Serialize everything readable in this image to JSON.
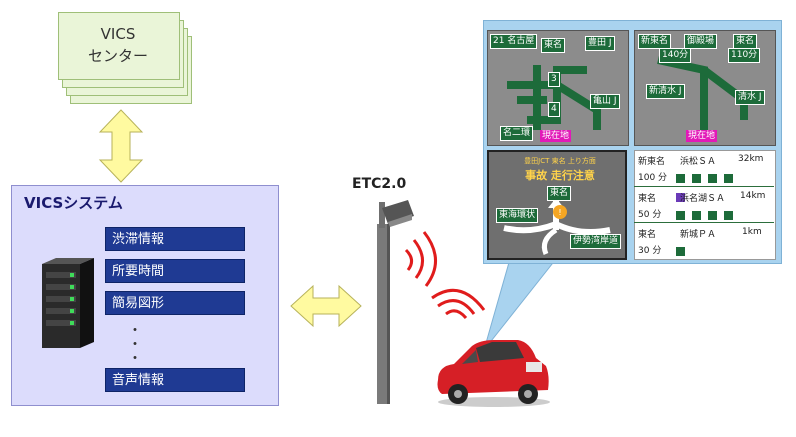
{
  "vics_center": {
    "label_line1": "VICS",
    "label_line2": "センター"
  },
  "vics_system": {
    "title": "VICSシステム",
    "items": [
      "渋滞情報",
      "所要時間",
      "簡易図形",
      "音声情報"
    ],
    "dots": "・"
  },
  "etc": {
    "label": "ETC2.0"
  },
  "display": {
    "map1": {
      "route": "21",
      "top_label": "名古屋",
      "mid_label": "東名",
      "right_label": "豊田",
      "mid_right": "亀山",
      "bottom_label": "名二環",
      "current": "現在地",
      "j": "J",
      "n1": "3",
      "n2": "4"
    },
    "map2": {
      "top_left": "新東名",
      "top_mid": "御殿場",
      "top_right": "東名",
      "time_left": "140分",
      "time_right": "110分",
      "mid_left": "新清水",
      "mid_right": "清水",
      "current": "現在地",
      "j": "J"
    },
    "accident": {
      "header": "豊田JCT 東名 上り方面",
      "title": "事故 走行注意",
      "top": "東名",
      "left": "東海環状",
      "right": "伊勢湾岸道"
    },
    "sa_list": [
      {
        "road": "新東名",
        "name": "浜松ＳＡ",
        "dist": "32km",
        "time": "100 分"
      },
      {
        "road": "東名",
        "name": "浜名湖ＳＡ",
        "dist": "14km",
        "time": "50 分"
      },
      {
        "road": "東名",
        "name": "新城ＰＡ",
        "dist": "1km",
        "time": "30 分"
      }
    ]
  },
  "colors": {
    "system_bg": "#dcdcfc",
    "item_bg": "#1f3a93",
    "center_bg": "#eaf5d8",
    "panel_bg": "#a9d3ef",
    "sign_green": "#1d6b3a",
    "arrow_yellow": "#fffaa0",
    "car_red": "#d61f26"
  }
}
